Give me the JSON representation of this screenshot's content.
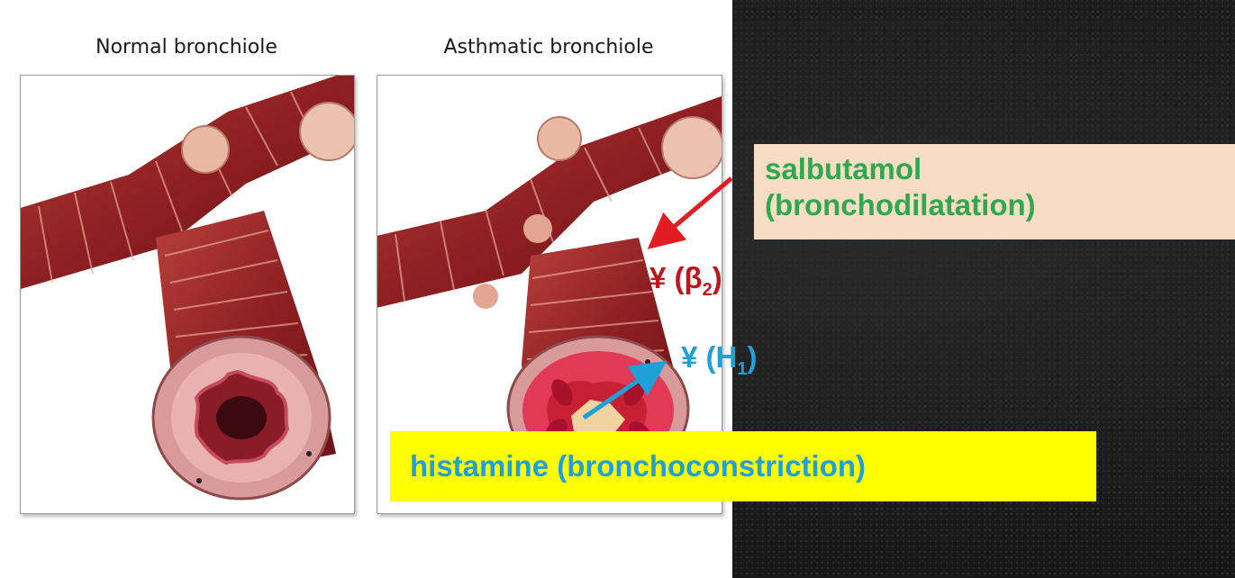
{
  "panels": {
    "normal_title": "Normal bronchiole",
    "asthmatic_title": "Asthmatic bronchiole"
  },
  "callouts": {
    "salbutamol_line1": "salbutamol",
    "salbutamol_line2": "(bronchodilatation)",
    "histamine": "histamine (bronchoconstriction)"
  },
  "receptors": {
    "beta_prefix": "¥ (β",
    "beta_sub": "2",
    "beta_suffix": ")",
    "h1_prefix": "¥ (H",
    "h1_sub": "1",
    "h1_suffix": ")"
  },
  "colors": {
    "salbutamol_text": "#2fa84f",
    "salbutamol_box": "#f8dcc4",
    "histamine_text": "#1fa0d8",
    "histamine_box": "#ffff00",
    "beta_receptor": "#c0141c",
    "salbutamol_arrow": "#e31b23",
    "histamine_arrow": "#1fa0d8"
  }
}
